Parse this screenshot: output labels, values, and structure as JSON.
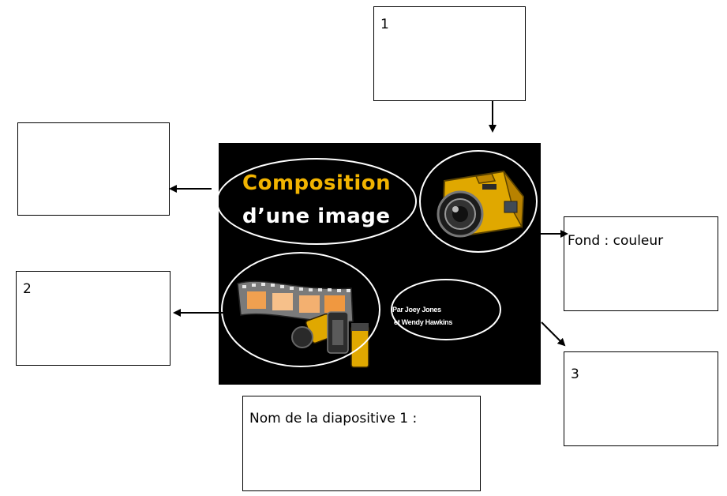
{
  "boxes": {
    "top_label": "1",
    "left_top_label": "",
    "left_bottom_label": "2",
    "right_top_label": "Fond : couleur",
    "right_bottom_label": "3",
    "bottom_label": "Nom de la diapositive  1 :"
  },
  "slide": {
    "title_line1": "Composition",
    "title_line2": "d’une image",
    "author_line1": "Par Joey Jones",
    "author_line2": "et Wendy Hawkins",
    "title_color": "#f2b400",
    "background_color": "#000000"
  },
  "icons": {
    "camera": "camera-icon",
    "film": "film-strip-icon"
  }
}
